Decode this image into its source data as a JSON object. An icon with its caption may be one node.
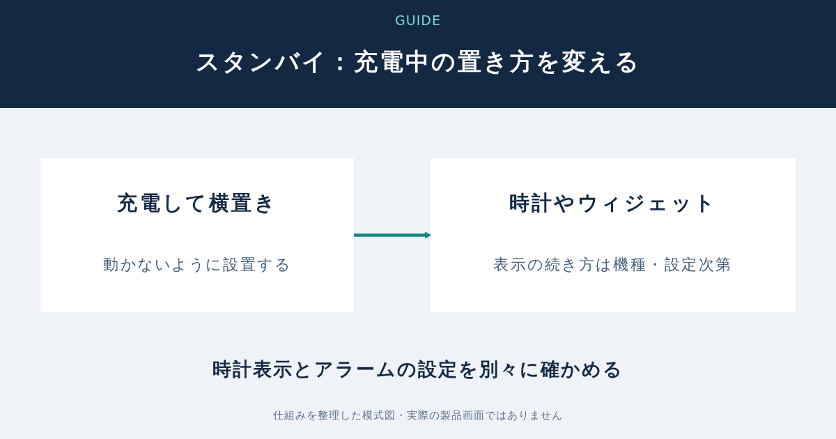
{
  "diagram": {
    "title": "スタンバイ：充電中の置き方を変える",
    "nodes": [
      {
        "text": [
          "充電して横置き",
          "動かないように設置する"
        ]
      },
      {
        "text": [
          "時計やウィジェット",
          "表示の続き方は機種・設定次第"
        ]
      }
    ],
    "edges": [
      {
        "from": 0,
        "to": 1,
        "arrow": "to",
        "color": "#138a7e"
      }
    ],
    "labels": [
      "GUIDE",
      "時計表示とアラームの設定を別々に確かめる",
      "仕組みを整理した模式図・実際の製品画面ではありません"
    ]
  }
}
